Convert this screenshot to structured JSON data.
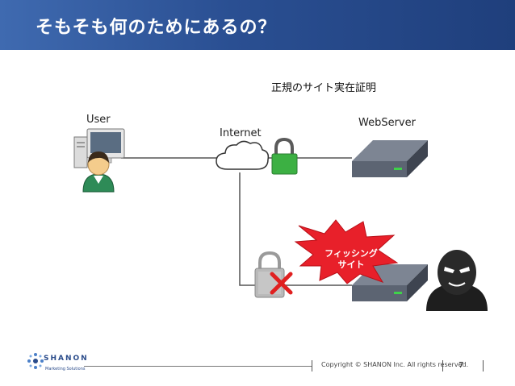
{
  "slide": {
    "title": "そもそも何のためにあるの？",
    "subtitle": "正規のサイト実在証明"
  },
  "diagram": {
    "user_label": "User",
    "internet_label": "Internet",
    "webserver_label": "WebServer",
    "phishing_label_line1": "フィッシング",
    "phishing_label_line2": "サイト"
  },
  "footer": {
    "logo_name": "SHANON",
    "logo_tagline": "Marketing Solutions",
    "copyright": "Copyright © SHANON Inc. All rights reserved.",
    "page_number": "7"
  },
  "colors": {
    "header": "#2a4f92",
    "lock_green": "#3cb043",
    "burst_red": "#e8202a",
    "cross_red": "#e02020"
  }
}
